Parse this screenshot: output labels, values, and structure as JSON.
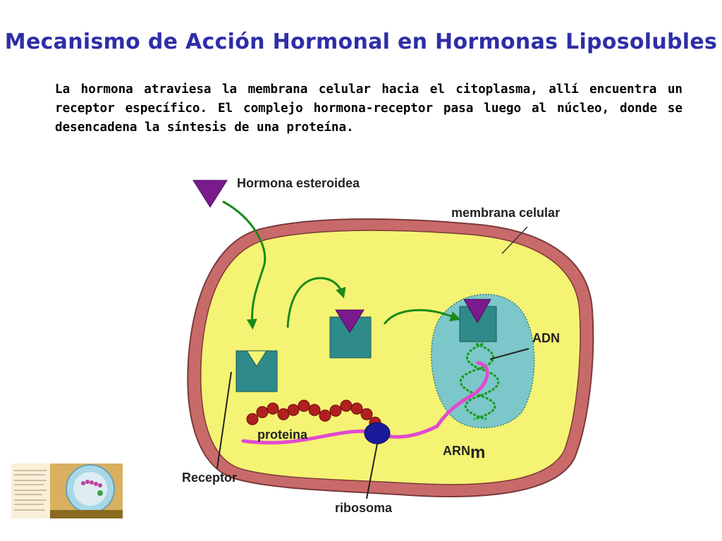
{
  "slide": {
    "title": "Mecanismo de Acción Hormonal en Hormonas Liposolubles",
    "description": "La hormona atraviesa la membrana celular hacia el citoplasma, allí encuentra un receptor específico. El complejo hormona-receptor pasa luego al núcleo, donde se desencadena la síntesis de una proteína."
  },
  "diagram": {
    "labels": {
      "hormone": "Hormona esteroidea",
      "membrane": "membrana celular",
      "dna": "ADN",
      "protein": "proteina",
      "mrna_base": "ARN",
      "mrna_sub": "m",
      "receptor": "Receptor",
      "ribosome": "ribosoma"
    },
    "colors": {
      "membrane": "#c96a6a",
      "membrane_edge": "#7a3a3a",
      "cytoplasm": "#f5f373",
      "nucleus": "#7cc7c9",
      "receptor": "#2f8a8a",
      "hormone": "#7a1a8c",
      "arrow": "#1a8a1a",
      "dna": "#1a9a1a",
      "mrna": "#e04ad0",
      "ribosome": "#1a1a9a",
      "protein": "#b02020"
    }
  }
}
